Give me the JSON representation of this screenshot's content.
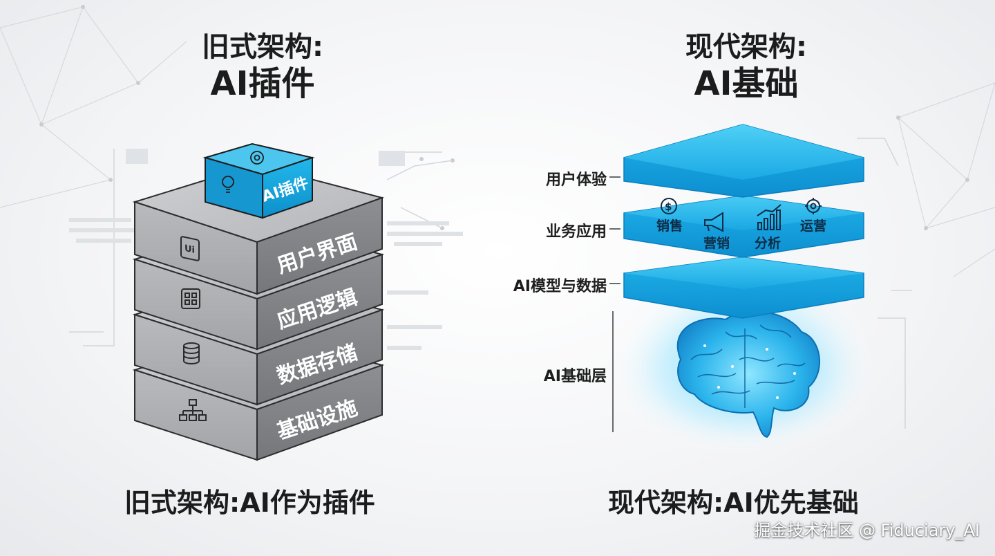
{
  "left": {
    "title_line1": "旧式架构:",
    "title_line2": "AI插件",
    "plugin_label": "AI插件",
    "layers": [
      {
        "label": "用户界面",
        "icon": "ui-icon"
      },
      {
        "label": "应用逻辑",
        "icon": "grid-icon"
      },
      {
        "label": "数据存储",
        "icon": "database-icon"
      },
      {
        "label": "基础设施",
        "icon": "network-icon"
      }
    ],
    "caption": "旧式架构:AI作为插件"
  },
  "right": {
    "title_line1": "现代架构:",
    "title_line2": "AI基础",
    "side_labels": [
      "用户体验",
      "业务应用",
      "AI模型与数据",
      "AI基础层"
    ],
    "business_items": [
      {
        "label": "销售",
        "icon": "dollar-icon"
      },
      {
        "label": "营销",
        "icon": "megaphone-icon"
      },
      {
        "label": "分析",
        "icon": "chart-icon"
      },
      {
        "label": "运营",
        "icon": "gear-icon"
      }
    ],
    "caption": "现代架构:AI优先基础"
  },
  "watermark": "掘金技术社区 @ Fiduciary_AI",
  "colors": {
    "cyan": "#1ab8ea",
    "gray_layer": "#a9aaad",
    "text_dark": "#1c1c1c"
  }
}
